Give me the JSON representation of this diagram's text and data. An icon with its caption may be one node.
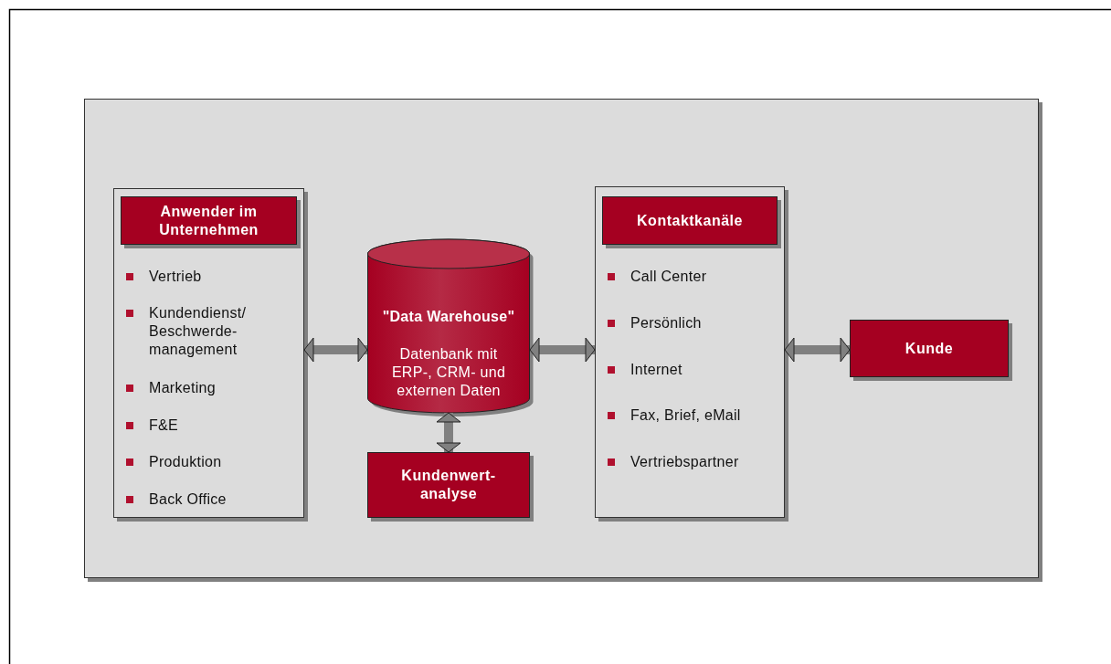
{
  "diagram": {
    "nodes": [
      {
        "text": [],
        "shape": "box"
      },
      {
        "text": [
          "Vertrieb",
          "Kundendienst/ Beschwerde- management",
          "Marketing",
          "F&E",
          "Produktion",
          "Back Office"
        ],
        "in": 0
      },
      {
        "text": [
          "Anwender im Unternehmen"
        ],
        "in": 1
      },
      {
        "text": [
          "\"Data Warehouse\"",
          "Datenbank mit ERP-, CRM- und externen Daten"
        ],
        "in": 0
      },
      {
        "text": [
          "Kundenwert- analyse"
        ],
        "in": 0
      },
      {
        "text": [
          "Call Center",
          "Persönlich",
          "Internet",
          "Fax, Brief, eMail",
          "Vertriebspartner"
        ],
        "in": 0
      },
      {
        "text": [
          "Kontaktkanäle"
        ],
        "in": 5
      },
      {
        "text": [
          "Kunde"
        ],
        "in": 0
      }
    ],
    "edges": [
      {
        "from": 1,
        "to": 3,
        "arrow": "both"
      },
      {
        "from": 3,
        "to": 5,
        "arrow": "both"
      },
      {
        "from": 5,
        "to": 7,
        "arrow": "both"
      },
      {
        "from": 3,
        "to": 4,
        "arrow": "both"
      }
    ]
  }
}
